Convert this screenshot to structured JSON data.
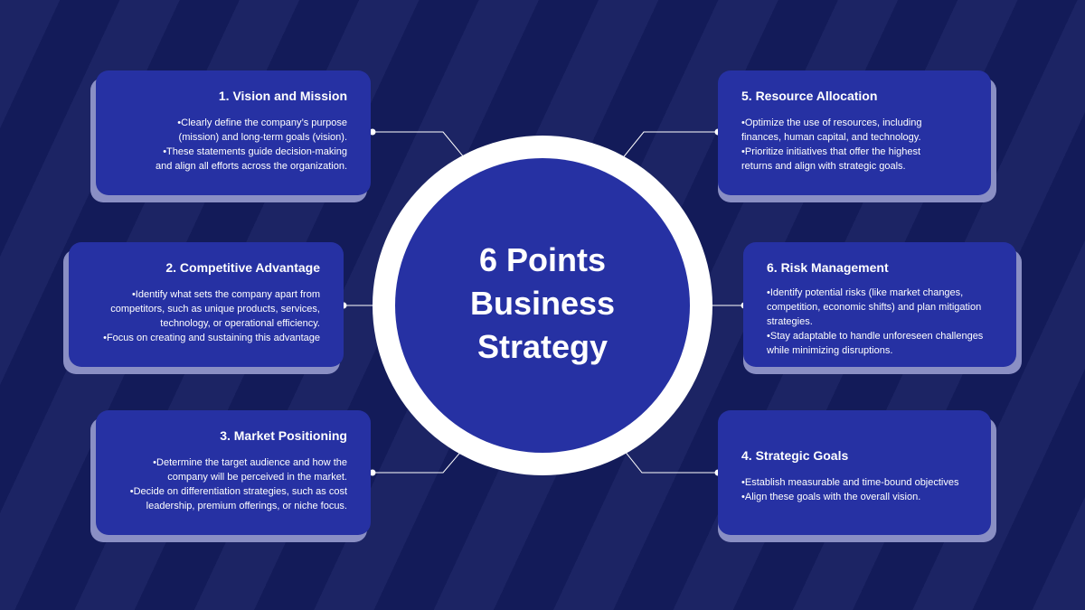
{
  "center": {
    "title_lines": [
      "6 Points",
      "Business",
      "Strategy"
    ]
  },
  "cards": {
    "vision": {
      "title": "1. Vision and Mission",
      "lines": [
        "•Clearly define the company’s purpose",
        "(mission) and long-term goals (vision).",
        "•These statements guide decision-making",
        "and align all efforts across the organization."
      ]
    },
    "competitive": {
      "title": "2. Competitive Advantage",
      "lines": [
        "•Identify what sets the company apart from",
        "competitors, such as unique products, services,",
        "technology, or operational efficiency.",
        "•Focus on creating and sustaining this advantage"
      ]
    },
    "market": {
      "title": "3. Market Positioning",
      "lines": [
        "•Determine the target audience and how the",
        "company will be perceived in the market.",
        "•Decide on differentiation strategies, such as cost",
        "leadership, premium offerings, or niche focus."
      ]
    },
    "goals": {
      "title": "4. Strategic Goals",
      "lines": [
        "•Establish measurable and time-bound objectives",
        "•Align these goals with the overall vision."
      ]
    },
    "resource": {
      "title": "5. Resource Allocation",
      "lines": [
        "•Optimize the use of resources, including",
        "finances, human capital, and technology.",
        "•Prioritize initiatives that offer the highest",
        "returns and align with strategic goals."
      ]
    },
    "risk": {
      "title": "6. Risk Management",
      "lines": [
        "•Identify potential risks (like market changes,",
        "competition, economic shifts) and plan mitigation",
        "strategies.",
        "•Stay adaptable to handle unforeseen challenges",
        "while minimizing disruptions."
      ]
    }
  },
  "colors": {
    "background": "#141c5e",
    "card": "#2631a3",
    "card_shadow": "#8a8fc4",
    "ring": "#ffffff",
    "text": "#ffffff"
  }
}
